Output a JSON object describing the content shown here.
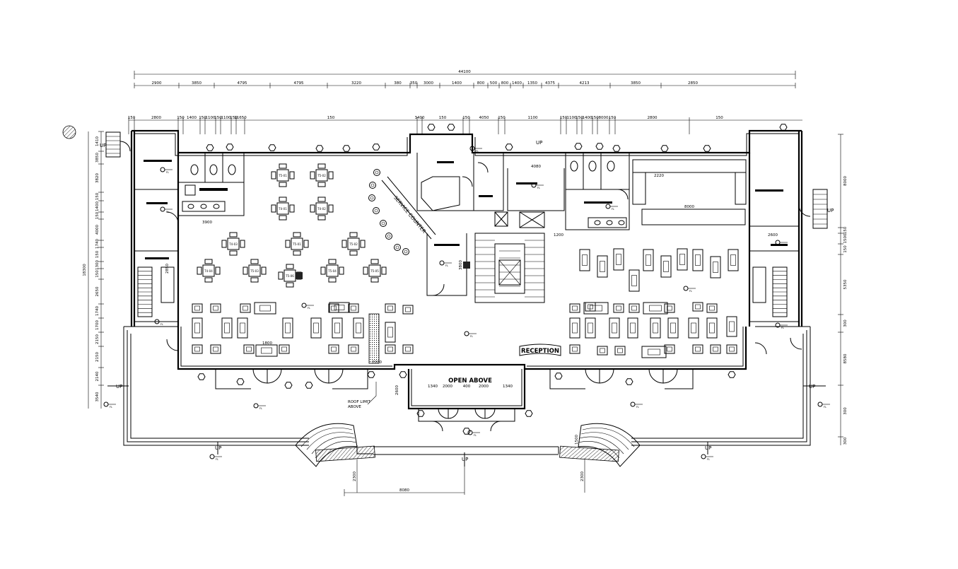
{
  "labels": {
    "reception": "RECEPTION",
    "open_above": "OPEN ABOVE",
    "service_counter": "SERVICE COUNTER",
    "roof_limit_line1": "ROOF LIMIT",
    "roof_limit_line2": "ABOVE",
    "up": "UP",
    "fl": "FL"
  },
  "dims": {
    "overall_width": "44100",
    "top_chain": [
      "2900",
      "3850",
      "4795",
      "4795",
      "3220",
      "380",
      "350",
      "3000",
      "1400",
      "800",
      "500",
      "800",
      "1400",
      "1350",
      "4375",
      "4213",
      "3850",
      "2850"
    ],
    "upper_chain": [
      "150",
      "2800",
      "150",
      "1400",
      "150",
      "1100",
      "150",
      "1100",
      "150",
      "11650",
      "150",
      "3400",
      "150",
      "150",
      "4050",
      "150",
      "1100",
      "150",
      "1100",
      "150",
      "1400",
      "150",
      "8000",
      "150",
      "2800",
      "150"
    ],
    "left_total": "18300",
    "left_chain": [
      "1410",
      "3850",
      "3820",
      "150",
      "1400",
      "150",
      "4000",
      "1740",
      "150",
      "1300",
      "150",
      "2650",
      "1740",
      "1700",
      "2150",
      "2150",
      "2140",
      "3540"
    ],
    "right_chain": [
      "8000",
      "150",
      "1500",
      "150",
      "5350",
      "300",
      "8580",
      "300",
      "300"
    ],
    "interior": {
      "d_4080": "4080",
      "d_2220": "2220",
      "d_8000": "8000",
      "d_1200": "1200",
      "d_2600_r": "2600",
      "d_3900": "3900",
      "d_2850": "2850",
      "d_3800": "3800",
      "d_1800": "1800",
      "d_2200": "2200",
      "d_2600": "2600",
      "d_1340a": "1340",
      "d_2000a": "2000",
      "d_400": "400",
      "d_2000b": "2000",
      "d_1340b": "1340",
      "d_8080": "8080",
      "d_2300a": "2300",
      "d_2300b": "2300",
      "d_1500": "1500"
    },
    "table_tags": [
      "T5-01",
      "T5-02",
      "T4-01",
      "T4-02",
      "T4-03",
      "T5-01",
      "T5-02",
      "T4-04",
      "T5-03",
      "T5-04",
      "T5-05",
      "T5-06"
    ]
  }
}
